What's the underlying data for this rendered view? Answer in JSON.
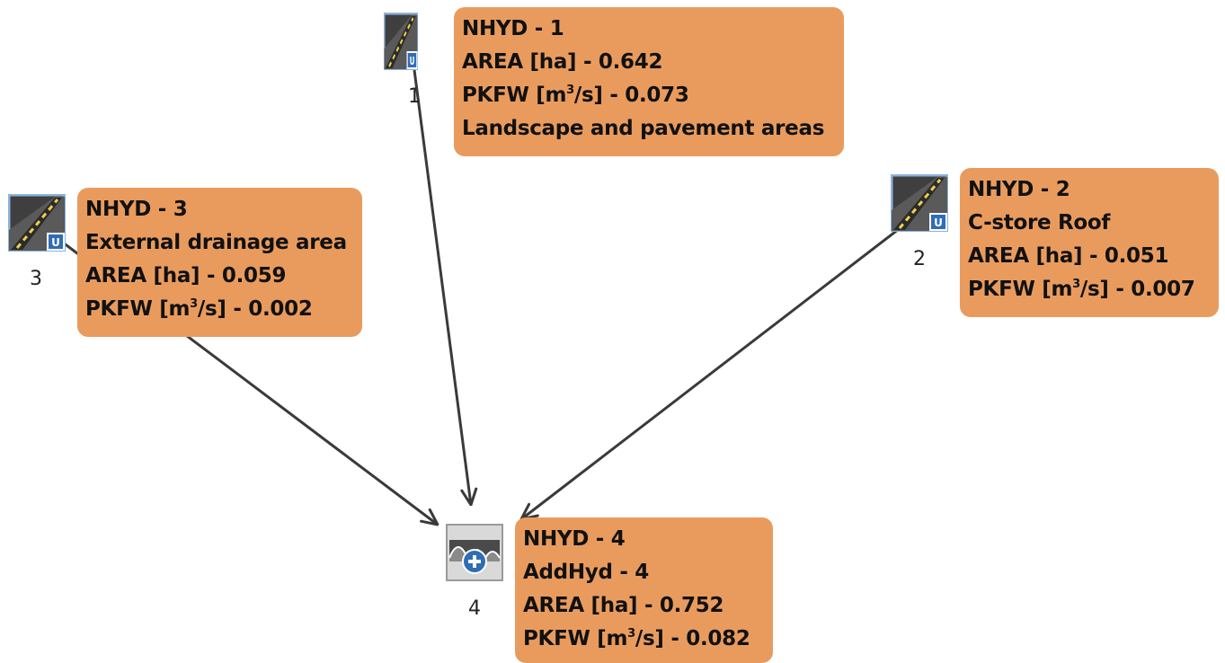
{
  "nodes": {
    "n1": {
      "number": "1",
      "icon": "urban-road-icon",
      "title": "NHYD - 1",
      "area": "AREA [ha] - 0.642",
      "pkfw_prefix": "PKFW [m",
      "pkfw_exp": "3",
      "pkfw_suffix": "/s] - 0.073",
      "description": "Landscape and pavement areas"
    },
    "n2": {
      "number": "2",
      "icon": "urban-road-icon",
      "title": "NHYD - 2",
      "description": "C-store Roof",
      "area": "AREA [ha] - 0.051",
      "pkfw_prefix": "PKFW [m",
      "pkfw_exp": "3",
      "pkfw_suffix": "/s] - 0.007"
    },
    "n3": {
      "number": "3",
      "icon": "urban-road-icon",
      "title": "NHYD - 3",
      "description": "External drainage area",
      "area": "AREA [ha] - 0.059",
      "pkfw_prefix": "PKFW [m",
      "pkfw_exp": "3",
      "pkfw_suffix": "/s] - 0.002"
    },
    "n4": {
      "number": "4",
      "icon": "add-hydrograph-icon",
      "title": "NHYD - 4",
      "description": "AddHyd - 4",
      "area": "AREA [ha] - 0.752",
      "pkfw_prefix": "PKFW [m",
      "pkfw_exp": "3",
      "pkfw_suffix": "/s] - 0.082"
    }
  },
  "connections": [
    {
      "from": "1",
      "to": "4"
    },
    {
      "from": "2",
      "to": "4"
    },
    {
      "from": "3",
      "to": "4"
    }
  ],
  "colors": {
    "label_fill": "#e99b5e",
    "connector": "#3a3a3a",
    "icon_accent": "#2f6db5"
  }
}
